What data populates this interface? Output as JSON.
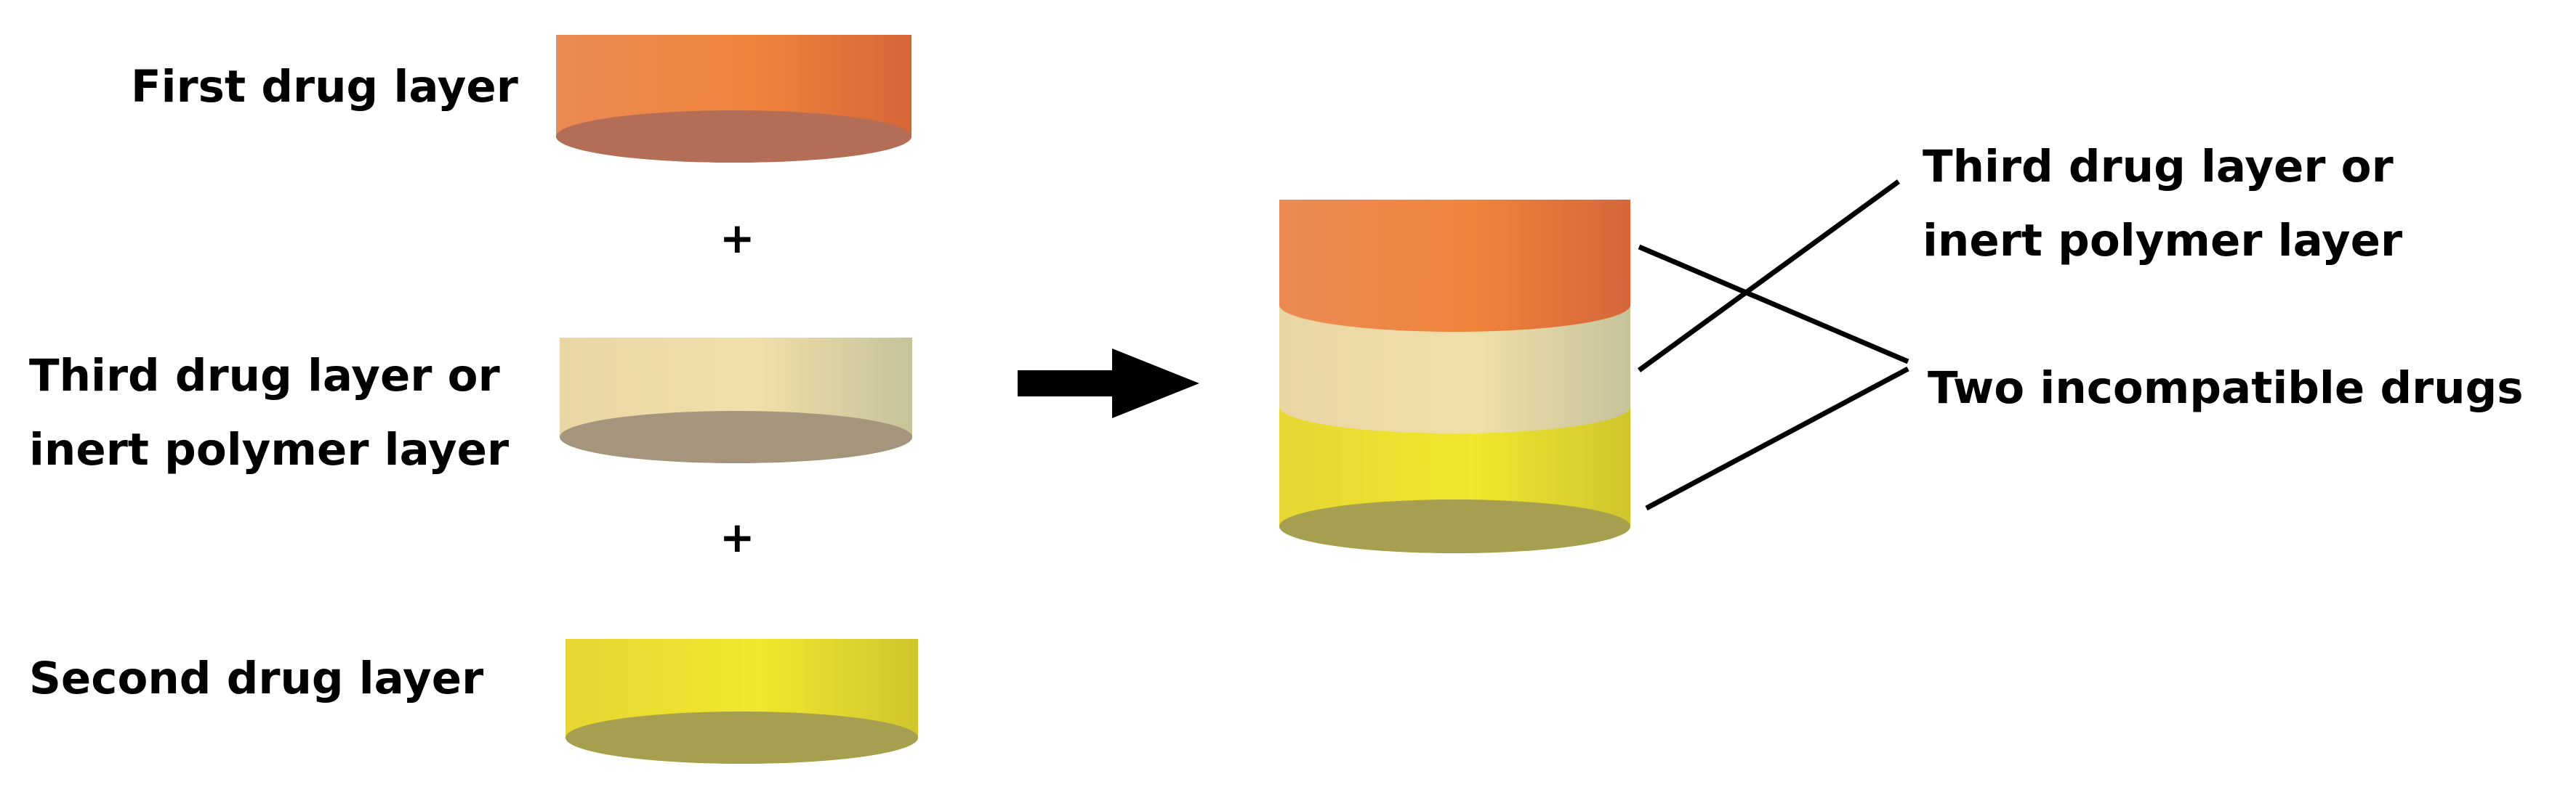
{
  "labels": {
    "first_drug_layer": "First drug layer",
    "middle_layer_line1": "Third drug layer or",
    "middle_layer_line2": "inert polymer layer",
    "second_drug_layer": "Second drug layer",
    "plus_sign": "+",
    "right_middle_line1": "Third drug layer or",
    "right_middle_line2": "inert polymer layer",
    "incompatible_drugs": "Two incompatible drugs"
  },
  "colors": {
    "orange_side_dark": "#d4663a",
    "orange_side_mid": "#f0843a",
    "orange_side_light": "#ec8a55",
    "orange_bottom": "#b46e57",
    "beige_side_dark": "#c6c39a",
    "beige_side_mid": "#f1dfa9",
    "beige_side_light": "#e9d6a5",
    "beige_bottom": "#a4957c",
    "yellow_side_dark": "#cfc52e",
    "yellow_side_mid": "#f1e72d",
    "yellow_side_light": "#e7d633",
    "yellow_bottom": "#a59f4f",
    "ink": "#000000"
  }
}
